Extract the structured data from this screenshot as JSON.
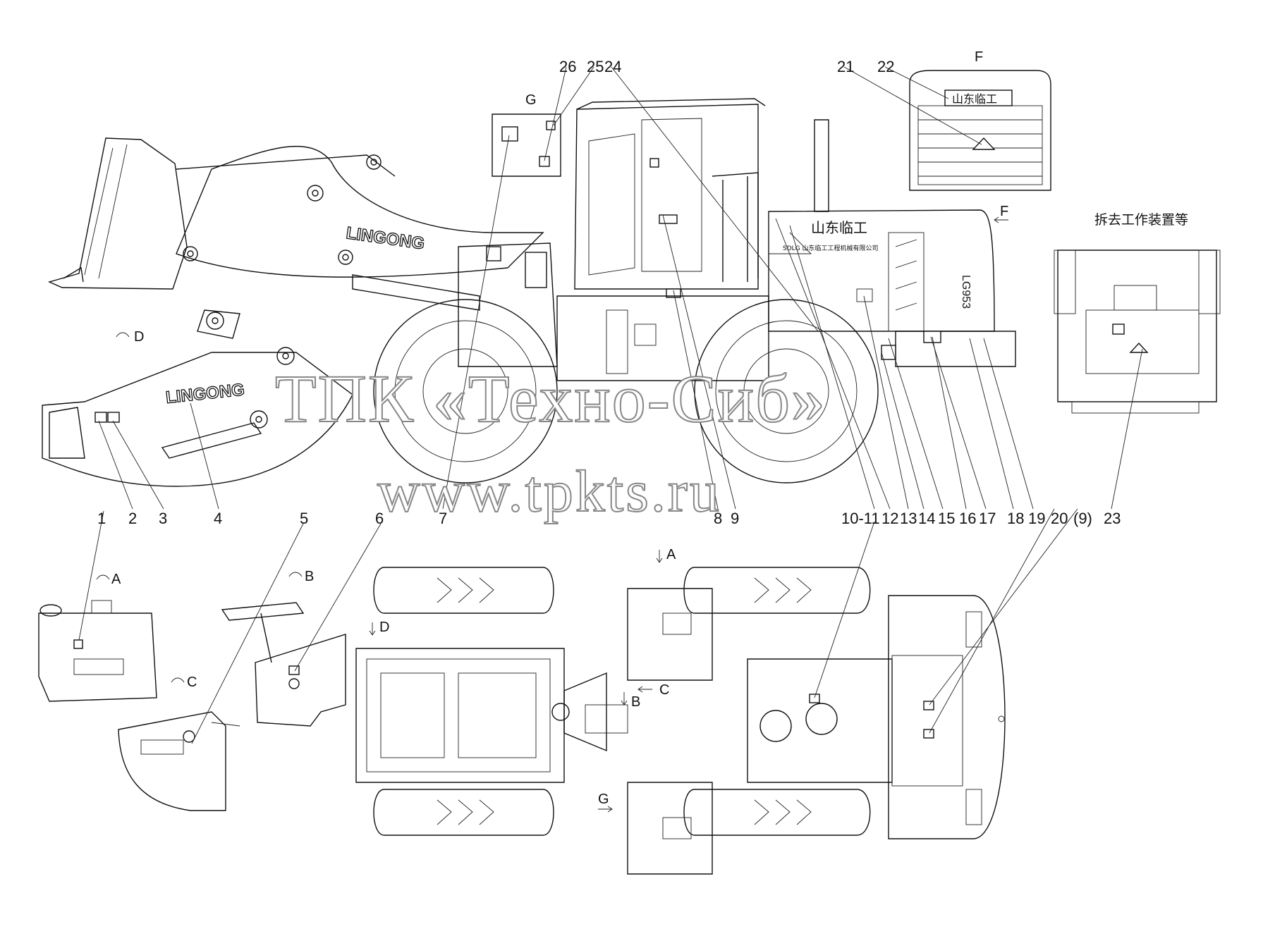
{
  "callouts": [
    "1",
    "2",
    "3",
    "4",
    "5",
    "6",
    "7",
    "8",
    "9",
    "10-11",
    "12",
    "13",
    "14",
    "15",
    "16",
    "17",
    "18",
    "19",
    "20",
    "(9)",
    "23",
    "21",
    "22",
    "24",
    "25",
    "26"
  ],
  "view_labels": {
    "A": "A",
    "B": "B",
    "C": "C",
    "D": "D",
    "F": "F",
    "G": "G"
  },
  "note_removed": "拆去工作装置等",
  "brand_boom": "LINGONG",
  "brand_cn": "山东临工",
  "brand_cn_sub": "SDLG 山东临工工程机械有限公司",
  "model": "LG953",
  "watermark": {
    "line1": "ТПК «Техно-Сиб»",
    "line2": "www.tpkts.ru"
  }
}
